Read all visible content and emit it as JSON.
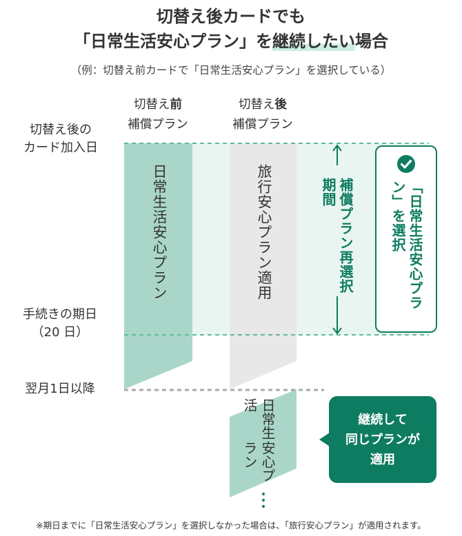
{
  "header": {
    "title_line1": "切替え後カードでも",
    "title_line2_pre": "「日常生活安心プラン」を",
    "title_line2_highlight": "継続したい",
    "title_line2_post": "場合",
    "subtitle": "（例：切替え前カードで「日常生活安心プラン」を選択している）"
  },
  "columns": {
    "before_l1": "切替え",
    "before_l1_bold": "前",
    "before_l2": "補償プラン",
    "after_l1": "切替え",
    "after_l1_bold": "後",
    "after_l2": "補償プラン"
  },
  "rows": {
    "join_l1": "切替え後の",
    "join_l2": "カード加入日",
    "deadline_l1": "手続きの期日",
    "deadline_l2": "（20 日）",
    "next_month": "翌月1日以降"
  },
  "bars": {
    "before_plan": "日常生活安心プラン",
    "after_plan": "旅行安心プラン適用",
    "continued_l1": "日常生活",
    "continued_l2": "安心プラン"
  },
  "period": {
    "line1": "補償プラン",
    "line2": "再選択期間"
  },
  "select": {
    "line1": "「日常生活",
    "line2": "安心プラン」を選択",
    "icon": "check-circle-icon"
  },
  "result": {
    "line1": "継続して",
    "line2": "同じプランが",
    "line3": "適用"
  },
  "note": "※期日までに「日常生活安心プラン」を選択しなかった場合は、「旅行安心プラン」が適用されます。",
  "colors": {
    "accent": "#0e7c60",
    "before_bar": "#a9d6c9",
    "after_bar": "#e8e8e8",
    "period_bg": "#e9f5f0"
  }
}
